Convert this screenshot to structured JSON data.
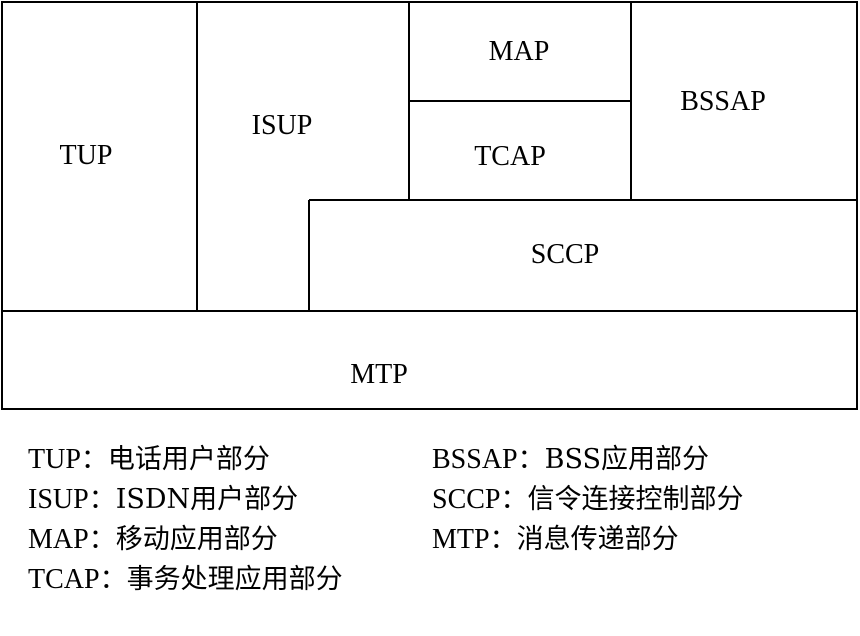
{
  "diagram": {
    "blocks": {
      "tup": "TUP",
      "isup": "ISUP",
      "map": "MAP",
      "tcap": "TCAP",
      "bssap": "BSSAP",
      "sccp": "SCCP",
      "mtp": "MTP"
    }
  },
  "legend": {
    "left": [
      {
        "abbr": "TUP",
        "sep": "：",
        "desc": "电话用户部分"
      },
      {
        "abbr": "ISUP",
        "sep": "：",
        "desc": "ISDN用户部分"
      },
      {
        "abbr": "MAP",
        "sep": "：",
        "desc": "移动应用部分"
      },
      {
        "abbr": "TCAP",
        "sep": "：",
        "desc": "事务处理应用部分"
      }
    ],
    "right": [
      {
        "abbr": "BSSAP",
        "sep": "：",
        "desc": "BSS应用部分"
      },
      {
        "abbr": "SCCP",
        "sep": "：",
        "desc": "信令连接控制部分"
      },
      {
        "abbr": "MTP",
        "sep": "：",
        "desc": "消息传递部分"
      }
    ]
  }
}
